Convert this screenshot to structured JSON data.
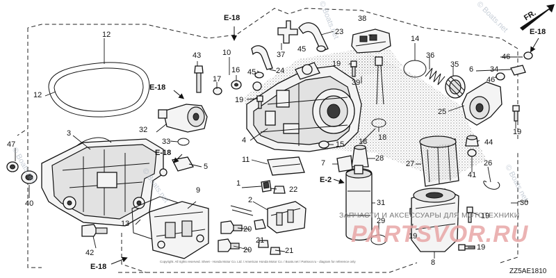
{
  "diagram": {
    "callouts": {
      "c1": "1",
      "c2": "2",
      "c3": "3",
      "c4": "4",
      "c5": "5",
      "c6": "6",
      "c7": "7",
      "c8": "8",
      "c9": "9",
      "c10": "10",
      "c11": "11",
      "c12": "12",
      "c13": "13",
      "c14": "14",
      "c15": "15",
      "c16": "16",
      "c17": "17",
      "c18a": "18",
      "c18b": "18",
      "c19a": "19",
      "c19b": "19",
      "c19c": "19",
      "c19d": "19",
      "c19e": "19",
      "c19f": "19",
      "c20a": "20",
      "c20b": "20",
      "c21a": "21",
      "c21b": "21",
      "c22": "22",
      "c23": "23",
      "c24": "24",
      "c25": "25",
      "c26": "26",
      "c27": "27",
      "c28": "28",
      "c29": "29",
      "c30": "30",
      "c31": "31",
      "c32": "32",
      "c33": "33",
      "c34": "34",
      "c35": "35",
      "c36": "36",
      "c37": "37",
      "c38": "38",
      "c39": "39",
      "c40": "40",
      "c41": "41",
      "c42": "42",
      "c43": "43",
      "c44": "44",
      "c45a": "45",
      "c45b": "45",
      "c46a": "46",
      "c46b": "46",
      "c47": "47"
    },
    "refs": {
      "e18_top": "E-18",
      "e18_right": "E-18",
      "e18_left": "E-18",
      "e18_mid": "E-18",
      "e18_bottom": "E-18",
      "e2": "E-2",
      "fr": "FR."
    },
    "diagram_code": "ZZ5AE1810"
  },
  "watermarks": {
    "boats_1": "© Boats.net",
    "boats_2": "© Boats.net",
    "boats_3": "© Boats.net",
    "boats_4": "© Boats.net",
    "boats_5": "© Boats.net",
    "logo": "PARTSVOR.RU",
    "tagline": "ЗАПЧАСТИ И АКСЕССУАРЫ ДЛЯ МОТОТЕХНИКИ",
    "fineprint": "Copyright. All rights reserved. Sheet - Honda Motor Co. Ltd. / American Honda Motor Co. / Boats.net / Partsvor.ru - diagram for reference only"
  },
  "colors": {
    "line": "#111111",
    "dots": "#5a5a5a",
    "logo": "#e8a6a6"
  }
}
